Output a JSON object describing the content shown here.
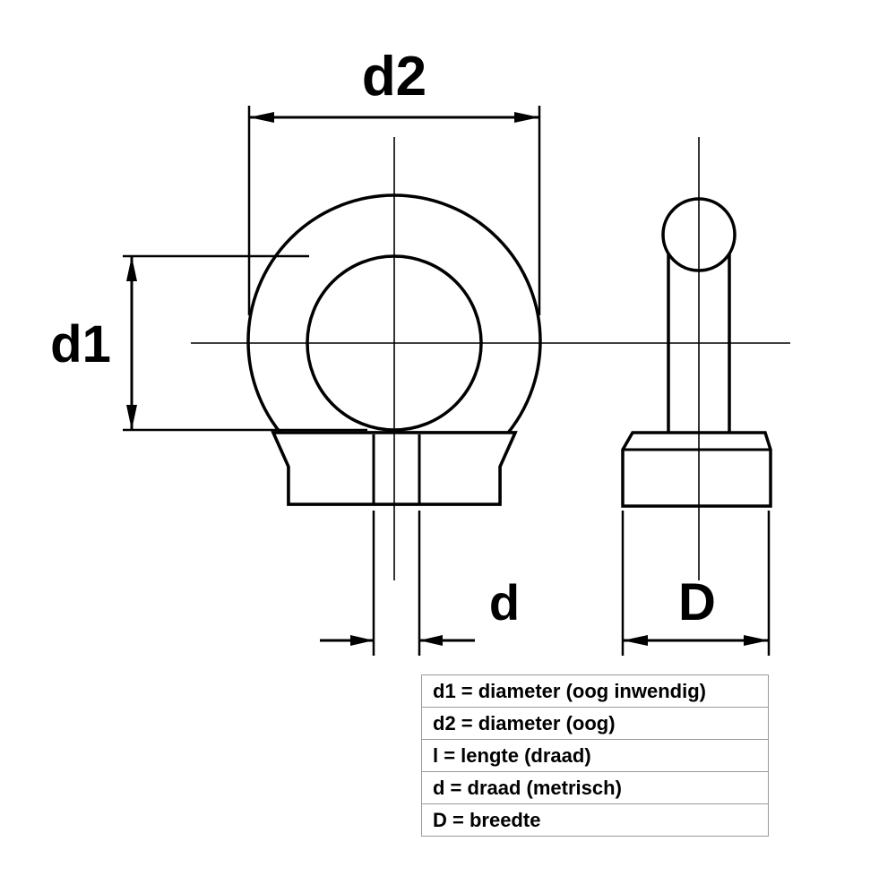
{
  "diagram": {
    "labels": {
      "d2": "d2",
      "d1": "d1",
      "d": "d",
      "D": "D"
    },
    "legend": {
      "rows": [
        "d1 = diameter (oog inwendig)",
        "d2 = diameter (oog)",
        "l = lengte (draad)",
        "d = draad (metrisch)",
        "D = breedte"
      ]
    },
    "colors": {
      "line": "#000000",
      "background": "#ffffff",
      "legend_border": "#9a9a9a"
    }
  }
}
